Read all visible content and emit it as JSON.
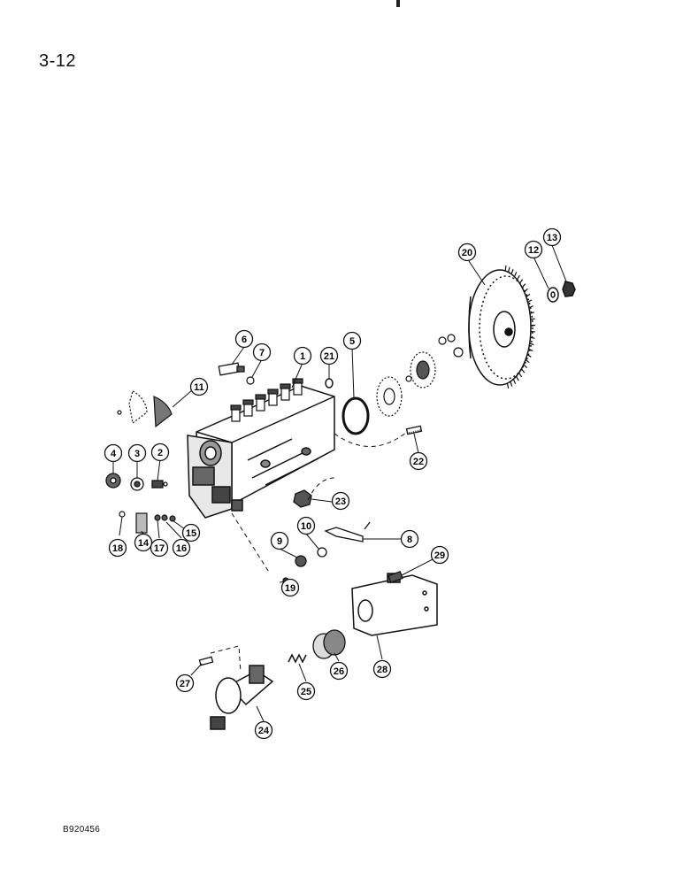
{
  "page_number": "3-12",
  "figure_id": "B920456",
  "callouts": [
    "1",
    "2",
    "3",
    "4",
    "5",
    "6",
    "7",
    "8",
    "9",
    "10",
    "11",
    "12",
    "13",
    "14",
    "15",
    "16",
    "17",
    "18",
    "19",
    "20",
    "21",
    "22",
    "23",
    "24",
    "25",
    "26",
    "27",
    "28",
    "29"
  ]
}
